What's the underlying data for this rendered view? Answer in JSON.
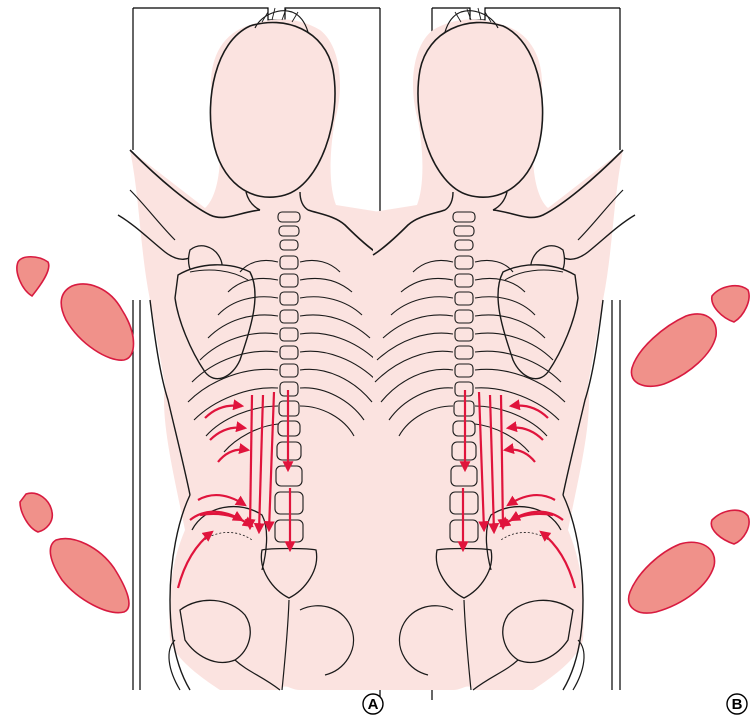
{
  "figure": {
    "panels": [
      {
        "id": "A",
        "label": "A"
      },
      {
        "id": "B",
        "label": "B"
      }
    ],
    "colors": {
      "skin": "#fbe3e0",
      "outline": "#1a1a1a",
      "arrow": "#e0143c",
      "hand_fill": "#f0918a",
      "hand_stroke": "#d81b40",
      "frame": "#000000"
    }
  }
}
